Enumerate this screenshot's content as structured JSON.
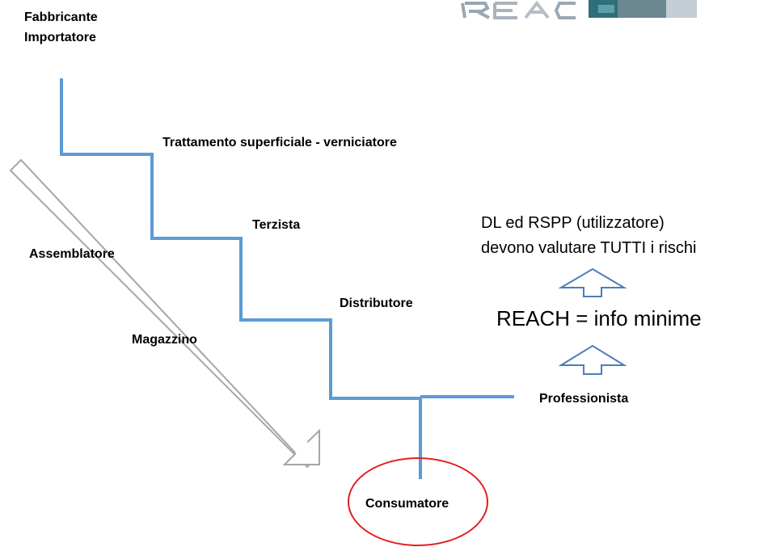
{
  "actors": {
    "fabbricante": "Fabbricante",
    "importatore": "Importatore",
    "trattamento": "Trattamento superficiale  - verniciatore",
    "terzista": "Terzista",
    "assemblatore": "Assemblatore",
    "distributore": "Distributore",
    "magazzino": "Magazzino",
    "professionista": "Professionista",
    "consumatore": "Consumatore"
  },
  "notes": {
    "dl_line1": "DL ed RSPP (utilizzatore)",
    "dl_line2": "devono valutare TUTTI i rischi",
    "reach": "REACH = info minime"
  },
  "logo": {
    "name": "REACH logo (partially cropped)"
  },
  "colors": {
    "stair_line": "#5b9bd5",
    "consumer_ellipse": "#e02020",
    "arrow_outline": "#a6a6a6",
    "up_arrow_outline": "#4a7ebb",
    "text": "#000000"
  }
}
